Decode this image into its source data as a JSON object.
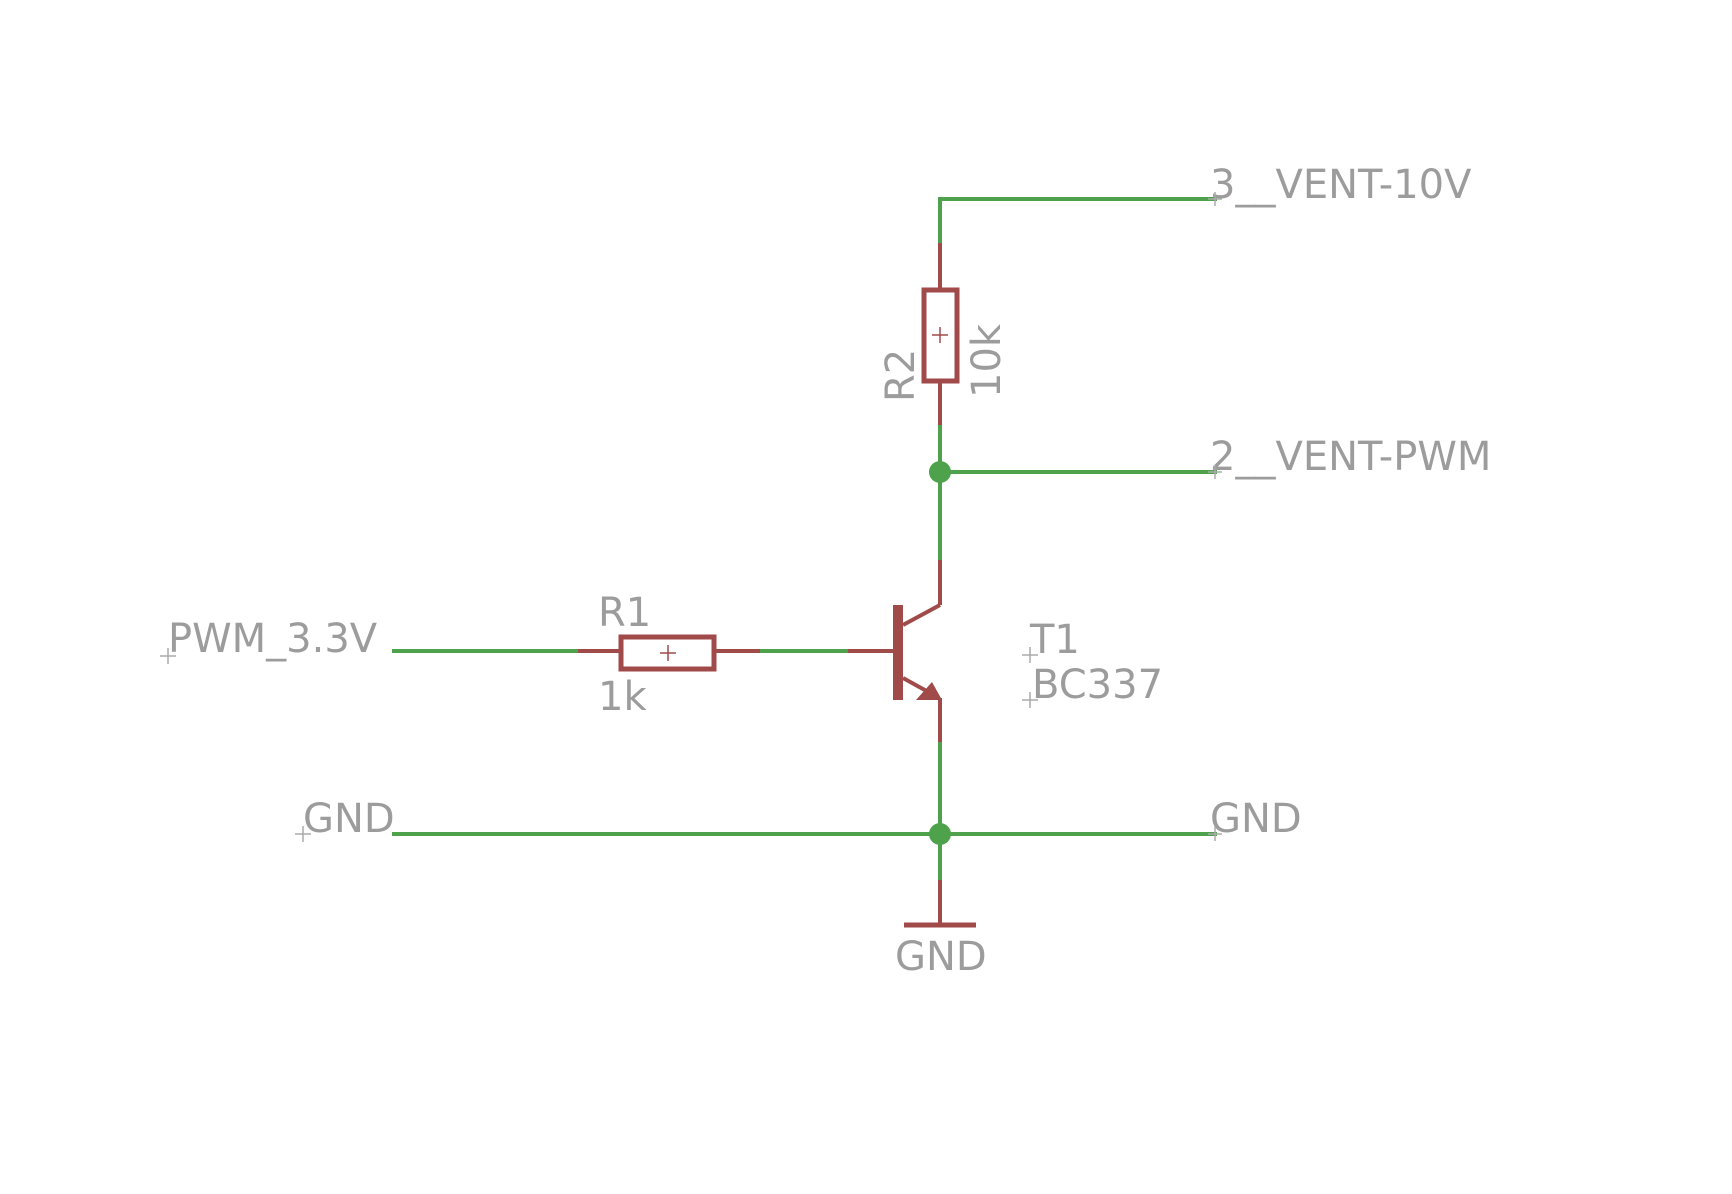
{
  "colors": {
    "background": "#ffffff",
    "wire": "#4ea24b",
    "symbol": "#a04a4a",
    "text": "#9c9c9c"
  },
  "nets": {
    "vent_10v": "3__VENT-10V",
    "vent_pwm": "2__VENT-PWM",
    "pwm_3v3": "PWM_3.3V",
    "gnd_left": "GND",
    "gnd_right": "GND",
    "gnd_symbol": "GND"
  },
  "components": {
    "r1": {
      "name": "R1",
      "value": "1k"
    },
    "r2": {
      "name": "R2",
      "value": "10k"
    },
    "t1": {
      "name": "T1",
      "value": "BC337"
    }
  }
}
